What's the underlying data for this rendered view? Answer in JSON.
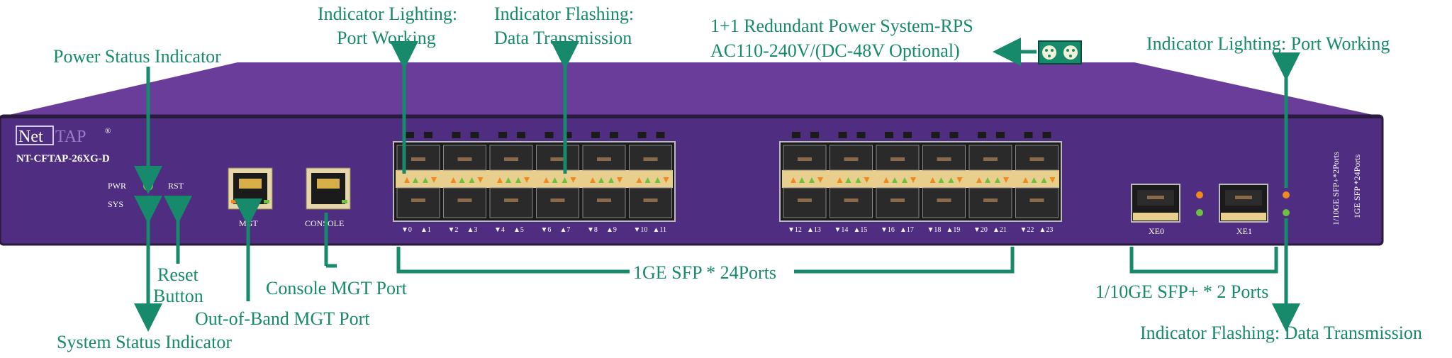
{
  "device": {
    "brand_net": "Net",
    "brand_tap": "TAP",
    "brand_reg": "®",
    "model": "NT-CFTAP-26XG-D",
    "led_pwr": "PWR",
    "led_sys": "SYS",
    "led_rst": "RST",
    "port_mgt": "MGT",
    "port_console": "CONSOLE",
    "xe_ports": [
      "XE0",
      "XE1"
    ],
    "side_label_1": "1/10GE SFP+*2Ports",
    "side_label_2": "1GE SFP *24Ports",
    "sfp_port_numbers": [
      "0",
      "1",
      "2",
      "3",
      "4",
      "5",
      "6",
      "7",
      "8",
      "9",
      "10",
      "11",
      "12",
      "13",
      "14",
      "15",
      "16",
      "17",
      "18",
      "19",
      "20",
      "21",
      "22",
      "23"
    ]
  },
  "callouts": {
    "power_status": "Power Status Indicator",
    "system_status": "System Status Indicator",
    "reset_1": "Reset",
    "reset_2": "Button",
    "console_mgt": "Console MGT Port",
    "out_of_band": "Out-of-Band MGT Port",
    "port_working_1": "Indicator Lighting:",
    "port_working_2": "Port Working",
    "data_tx_1": "Indicator Flashing:",
    "data_tx_2": "Data Transmission",
    "rps_1": "1+1 Redundant Power System-RPS",
    "rps_2": "AC110-240V/(DC-48V Optional)",
    "sfp_ports": "1GE SFP  * 24Ports",
    "xe_ports": "1/10GE SFP+ * 2 Ports",
    "right_port_working": "Indicator Lighting: Port Working",
    "right_data_tx": "Indicator Flashing: Data Transmission"
  },
  "colors": {
    "chassis_top": "#6a3d9a",
    "chassis_front": "#4f2d80",
    "callout_green": "#168a6a",
    "led_green": "#6cc23c",
    "led_orange": "#f08a1e",
    "port_gold": "#e8cf8e"
  }
}
